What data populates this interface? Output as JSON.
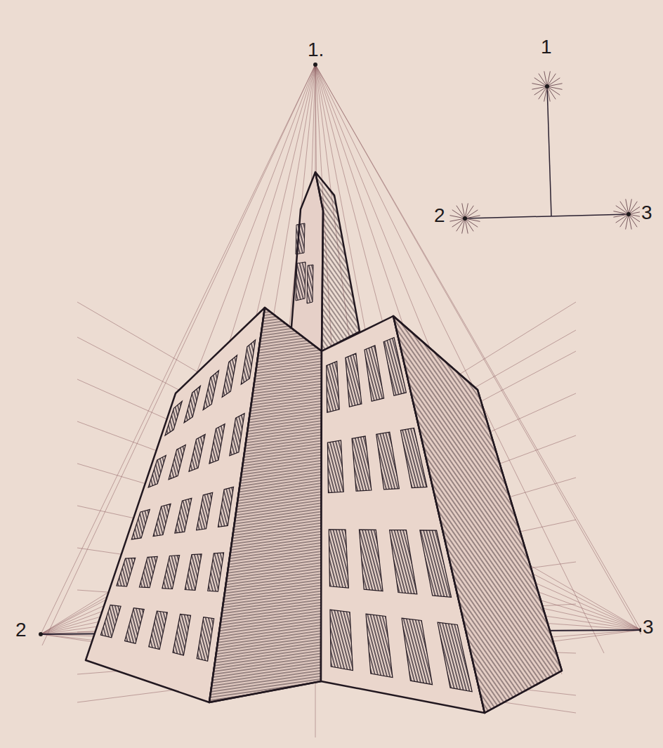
{
  "diagram": {
    "labels": [
      "1.",
      "2",
      "3",
      "1",
      "2",
      "3"
    ]
  }
}
